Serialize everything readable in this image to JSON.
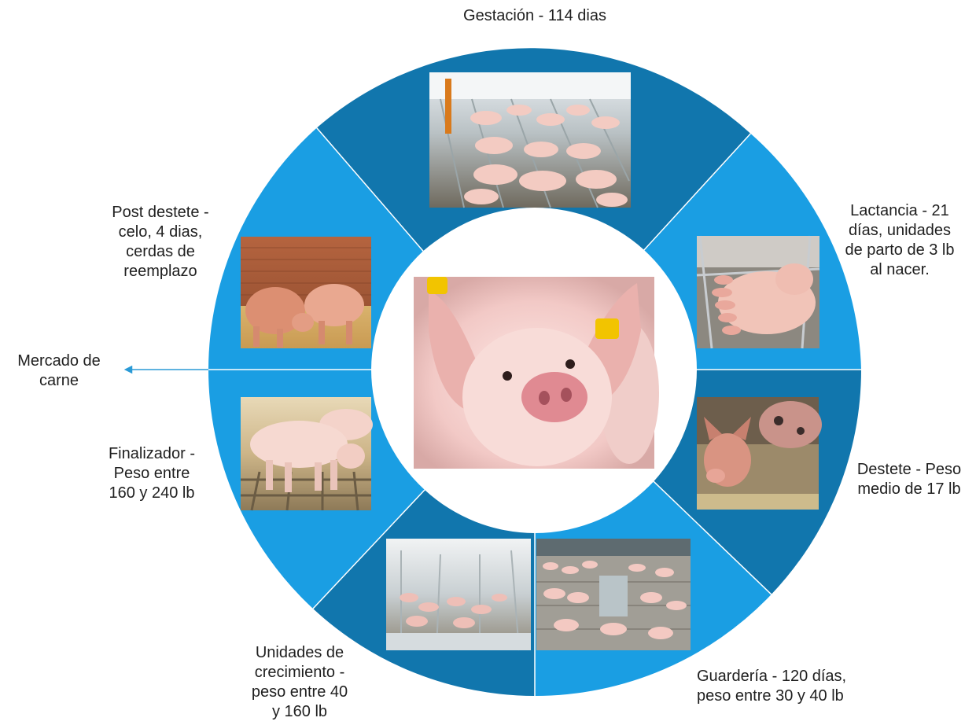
{
  "colors": {
    "segment_light": "#1a9ee3",
    "segment_dark": "#1176ad",
    "divider": "#ffffff",
    "center": "#ffffff",
    "arrow": "#2a9ad6",
    "text": "#1f1f1f"
  },
  "stages": {
    "gestacion": {
      "lines": [
        "Gestación - 114 dias"
      ],
      "photo": "gestation-barn-photo"
    },
    "lactancia": {
      "lines": [
        "Lactancia - 21",
        "días, unidades",
        "de parto de 3 lb",
        "al nacer."
      ],
      "photo": "sow-nursing-piglets-photo"
    },
    "destete": {
      "lines": [
        "Destete - Peso",
        "medio de 17 lb"
      ],
      "photo": "weaned-piglet-photo"
    },
    "guarderia": {
      "lines": [
        "Guardería - 120 días,",
        "peso entre 30 y 40 lb"
      ],
      "photo": "nursery-pen-photo"
    },
    "crecimiento": {
      "lines": [
        "Unidades de",
        "crecimiento -",
        "peso entre 40",
        "y 160 lb"
      ],
      "photo": "grower-barn-photo"
    },
    "finalizador": {
      "lines": [
        "Finalizador -",
        "Peso entre",
        "160 y 240 lb"
      ],
      "photo": "finisher-pigs-photo"
    },
    "post_destete": {
      "lines": [
        "Post destete -",
        "celo, 4 dias,",
        "cerdas de",
        "reemplazo"
      ],
      "photo": "replacement-gilts-photo"
    }
  },
  "exit": {
    "lines": [
      "Mercado de",
      "carne"
    ]
  },
  "center_photo": "piglet-portrait-photo"
}
